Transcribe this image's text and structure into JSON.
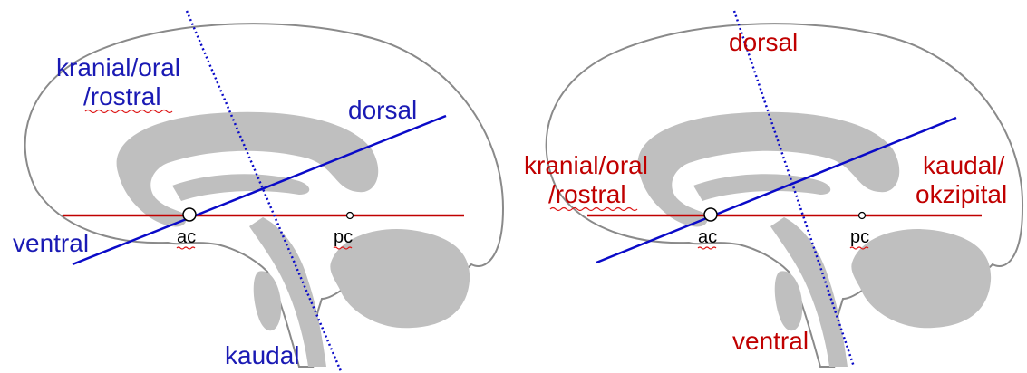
{
  "colors": {
    "blue": "#1a1ab4",
    "red": "#c00000",
    "brain_fill": "#bfbfbf",
    "outline": "#8a8a8a",
    "horizontal_line": "#c00000",
    "oblique_line": "#0a0ac8"
  },
  "left_panel": {
    "label_top_line1": "kranial/oral",
    "label_top_line2": "/rostral",
    "label_dorsal": "dorsal",
    "label_ventral": "ventral",
    "label_kaudal": "kaudal",
    "label_ac": "ac",
    "label_pc": "pc"
  },
  "right_panel": {
    "label_dorsal": "dorsal",
    "label_front_line1": "kranial/oral",
    "label_front_line2": "/rostral",
    "label_back_line1": "kaudal/",
    "label_back_line2": "okzipital",
    "label_ventral": "ventral",
    "label_ac": "ac",
    "label_pc": "pc"
  }
}
